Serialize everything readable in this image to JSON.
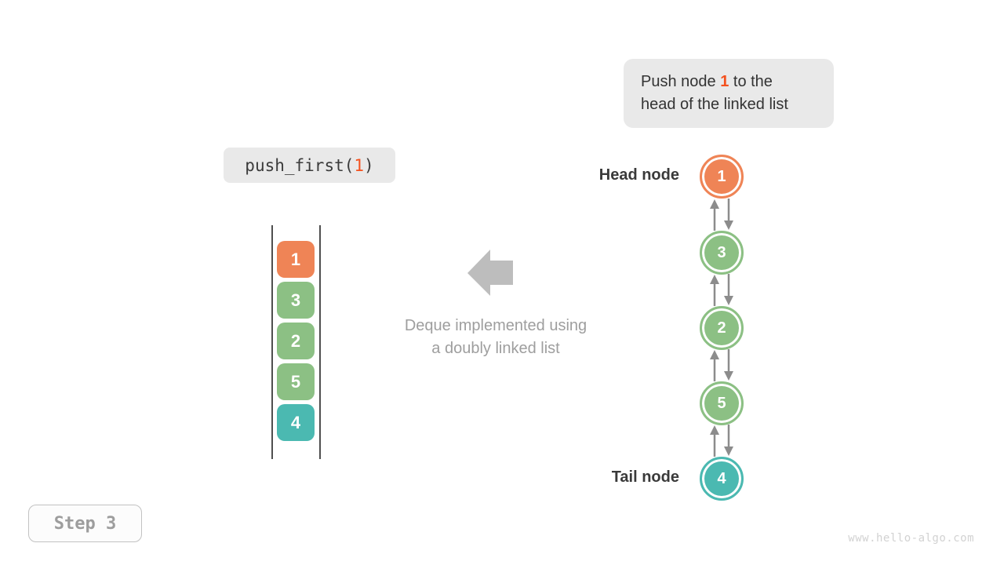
{
  "callout": {
    "line1_before": "Push node ",
    "highlight": "1",
    "line1_after": " to the",
    "line2": "head of the linked list"
  },
  "code_box": {
    "before": "push_first(",
    "num": "1",
    "after": ")"
  },
  "deque_stack": {
    "items": [
      {
        "value": "1",
        "color": "#ef8456"
      },
      {
        "value": "3",
        "color": "#8cc084"
      },
      {
        "value": "2",
        "color": "#8cc084"
      },
      {
        "value": "5",
        "color": "#8cc084"
      },
      {
        "value": "4",
        "color": "#4bb9b1"
      }
    ]
  },
  "caption": {
    "line1": "Deque implemented using",
    "line2": "a doubly linked list"
  },
  "linked_list": {
    "head_label": "Head node",
    "tail_label": "Tail node",
    "nodes": [
      {
        "value": "1",
        "color": "#ef8456"
      },
      {
        "value": "3",
        "color": "#8cc084"
      },
      {
        "value": "2",
        "color": "#8cc084"
      },
      {
        "value": "5",
        "color": "#8cc084"
      },
      {
        "value": "4",
        "color": "#4bb9b1"
      }
    ]
  },
  "step_badge": {
    "label": "Step 3"
  },
  "watermark": {
    "text": "www.hello-algo.com"
  },
  "colors": {
    "accent_orange": "#f4511e",
    "node_orange": "#ef8456",
    "node_green": "#8cc084",
    "node_teal": "#4bb9b1",
    "connector_gray": "#8c8c8c",
    "big_arrow_gray": "#bdbdbd",
    "callout_bg": "#e9e9e9",
    "text_dark": "#3a3a3a",
    "text_gray": "#9e9e9e"
  }
}
